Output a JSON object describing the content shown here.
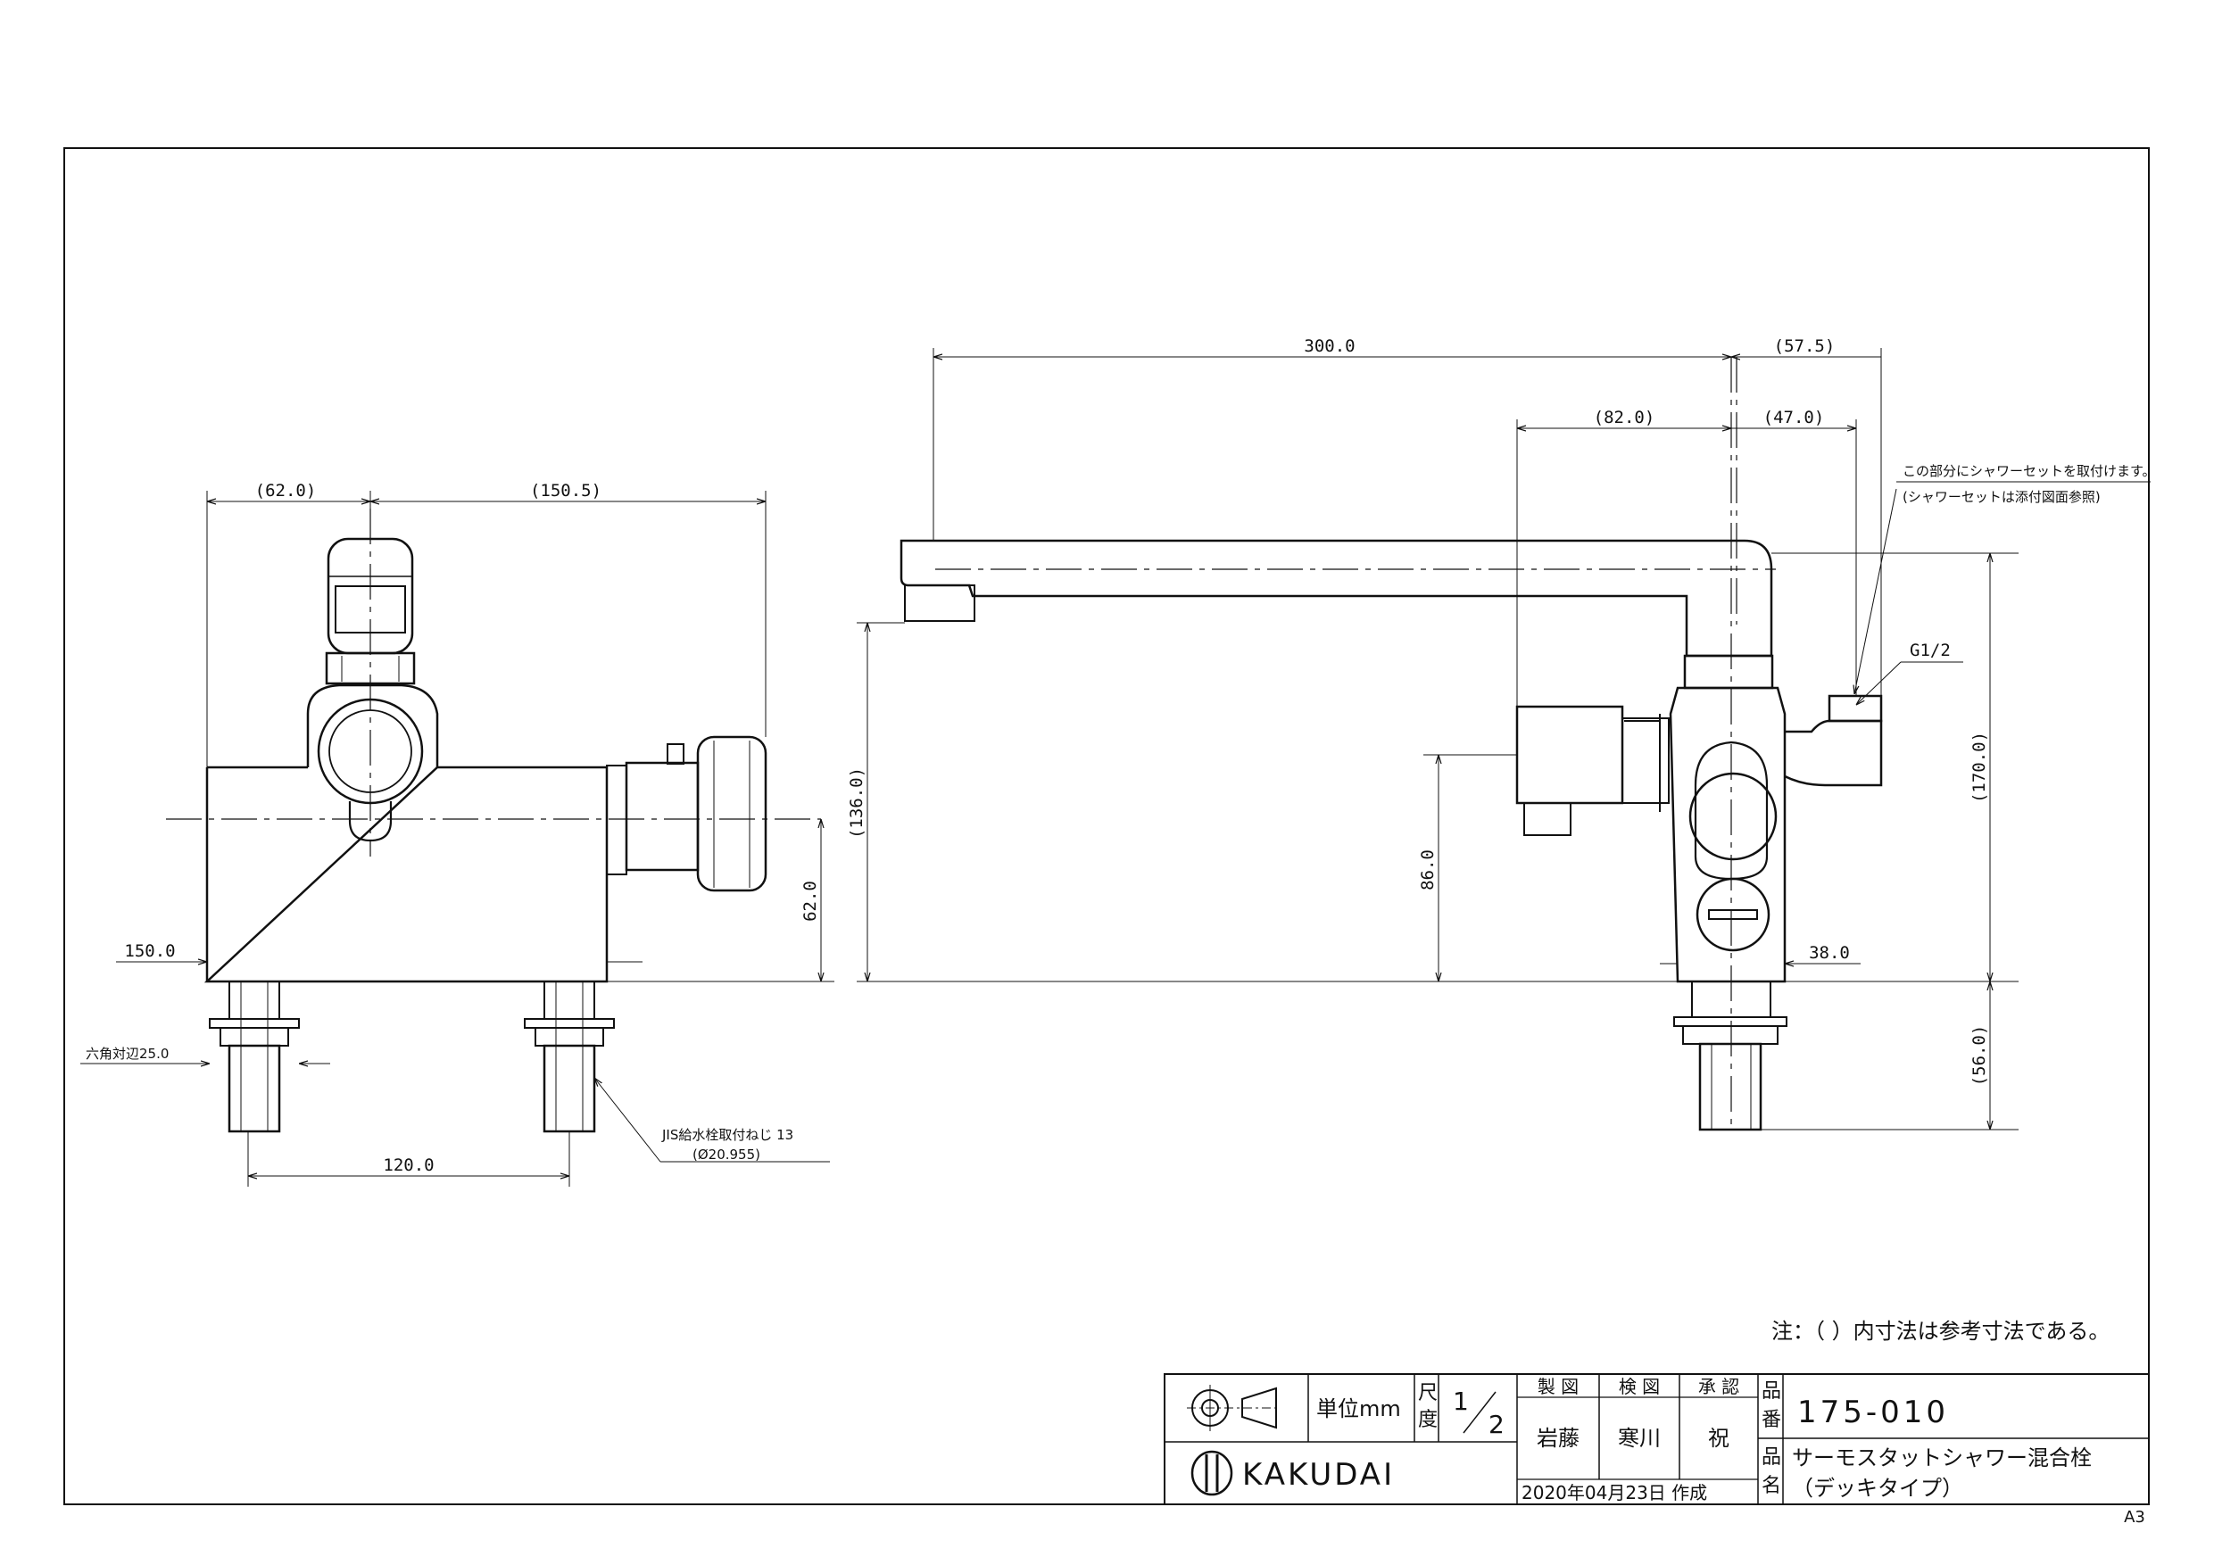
{
  "dimensions": {
    "front_left_width": "(62.0)",
    "front_right_width": "(150.5)",
    "front_base_width": "150.0",
    "front_height": "62.0",
    "hex_flats": "六角対辺25.0",
    "pitch": "120.0",
    "spout_reach": "300.0",
    "side_offset_57": "(57.5)",
    "side_offset_82": "(82.0)",
    "side_offset_47": "(47.0)",
    "spout_height": "(136.0)",
    "outlet_height": "86.0",
    "total_height": "(170.0)",
    "body_depth": "38.0",
    "shank_length": "(56.0)",
    "thread": "G1/2"
  },
  "notes": {
    "shower_attach_1": "この部分にシャワーセットを取付けます。",
    "shower_attach_2": "(シャワーセットは添付図面参照)",
    "jis_thread": "JIS給水栓取付ねじ 13",
    "jis_diameter": "(Ø20.955)",
    "reference_note": "注：（ ）内寸法は参考寸法である。"
  },
  "title_block": {
    "unit_label": "単位mm",
    "scale_label_1": "尺",
    "scale_label_2": "度",
    "scale_num": "1",
    "scale_den": "2",
    "drawn_label": "製 図",
    "checked_label": "検 図",
    "approved_label": "承 認",
    "drawn_by": "岩藤",
    "checked_by": "寒川",
    "approved_by": "祝",
    "part_no_label_1": "品",
    "part_no_label_2": "番",
    "part_no": "175-010",
    "name_label_1": "品",
    "name_label_2": "名",
    "name_1": "サーモスタットシャワー混合栓",
    "name_2": "（デッキタイプ）",
    "date": "2020年04月23日 作成",
    "brand": "KAKUDAI",
    "sheet": "A3"
  }
}
